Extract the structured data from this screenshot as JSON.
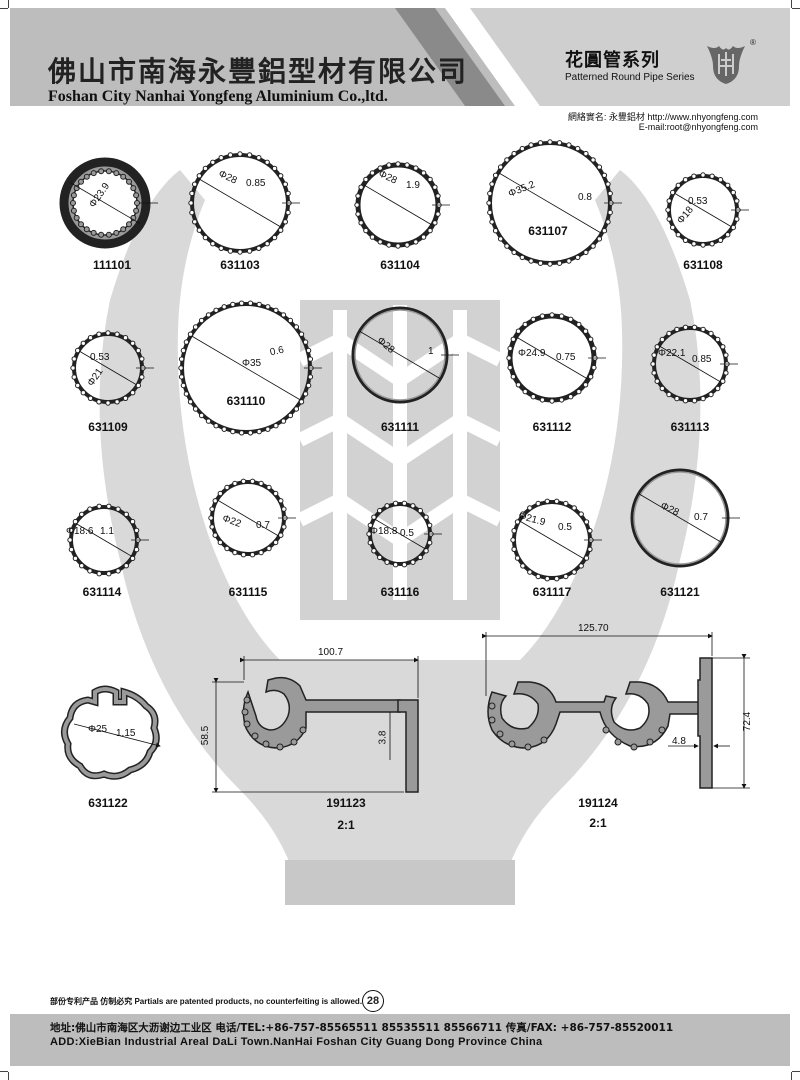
{
  "header": {
    "company_cn": "佛山市南海永豐鋁型材有限公司",
    "company_en": "Foshan City Nanhai Yongfeng Aluminium Co.,ltd.",
    "series_cn": "花圓管系列",
    "series_en": "Patterned Round Pipe Series",
    "logo_mark": "®",
    "website": "網絡實名: 永豐鋁材 http://www.nhyongfeng.com",
    "email": "E-mail:root@nhyongfeng.com"
  },
  "profiles": [
    {
      "code": "111101",
      "dims": [
        "Φ23.9"
      ]
    },
    {
      "code": "631103",
      "dims": [
        "Φ28",
        "0.85"
      ]
    },
    {
      "code": "631104",
      "dims": [
        "Φ28",
        "1.9"
      ]
    },
    {
      "code": "631107",
      "dims": [
        "Φ35.2",
        "0.8"
      ]
    },
    {
      "code": "631108",
      "dims": [
        "Φ18",
        "0.53"
      ]
    },
    {
      "code": "631109",
      "dims": [
        "0.53",
        "Φ21"
      ]
    },
    {
      "code": "631110",
      "dims": [
        "Φ35",
        "0.6"
      ]
    },
    {
      "code": "631111",
      "dims": [
        "Φ28",
        "1"
      ]
    },
    {
      "code": "631112",
      "dims": [
        "Φ24.9",
        "0.75"
      ]
    },
    {
      "code": "631113",
      "dims": [
        "Φ22.1",
        "0.85"
      ]
    },
    {
      "code": "631114",
      "dims": [
        "Φ18.6",
        "1.1"
      ]
    },
    {
      "code": "631115",
      "dims": [
        "Φ22",
        "0.7"
      ]
    },
    {
      "code": "631116",
      "dims": [
        "Φ18.8",
        "0.5"
      ]
    },
    {
      "code": "631117",
      "dims": [
        "Φ21.9",
        "0.5"
      ]
    },
    {
      "code": "631121",
      "dims": [
        "Φ28",
        "0.7"
      ]
    },
    {
      "code": "631122",
      "dims": [
        "Φ25",
        "1.15"
      ]
    },
    {
      "code": "191123",
      "dims": [
        "100.7",
        "58.5",
        "3.8"
      ],
      "scale": "2:1"
    },
    {
      "code": "191124",
      "dims": [
        "125.70",
        "72.4",
        "4.8"
      ],
      "scale": "2:1"
    }
  ],
  "footer": {
    "notice": "部份专利产品  仿制必究 Partials are patented products, no counterfeiting is allowed.",
    "page_number": "28",
    "address_cn": "地址:佛山市南海区大沥谢边工业区     电话/TEL:+86-757-85565511  85535511  85566711     传真/FAX: +86-757-85520011",
    "address_en": "ADD:XieBian Industrial Areal DaLi Town.NanHai Foshan City Guang Dong Province China"
  },
  "colors": {
    "band": "#bdbdbd",
    "watermark": "#d6d6d6",
    "profile_fill": "#9a9a9a",
    "ink": "#111111"
  }
}
